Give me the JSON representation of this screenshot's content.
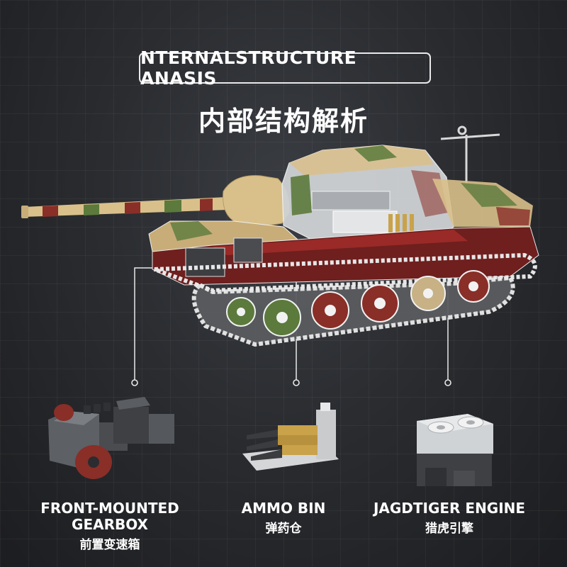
{
  "header": {
    "title_en": "NTERNALSTRUCTURE ANASIS",
    "title_zh": "内部结构解析"
  },
  "parts": [
    {
      "name_en_line1": "FRONT-MOUNTED",
      "name_en_line2": "GEARBOX",
      "name_zh": "前置变速箱"
    },
    {
      "name_en_line1": "AMMO BIN",
      "name_en_line2": "",
      "name_zh": "弹药仓"
    },
    {
      "name_en_line1": "JAGDTIGER ENGINE",
      "name_en_line2": "",
      "name_zh": "猎虎引擎"
    }
  ],
  "colors": {
    "background": "#2a2c30",
    "camo_sand": "#d9c08a",
    "camo_green": "#5b7a3c",
    "camo_red": "#8a2e28",
    "interior_grey": "#d6d8da",
    "line_white": "#e9e9e9"
  }
}
